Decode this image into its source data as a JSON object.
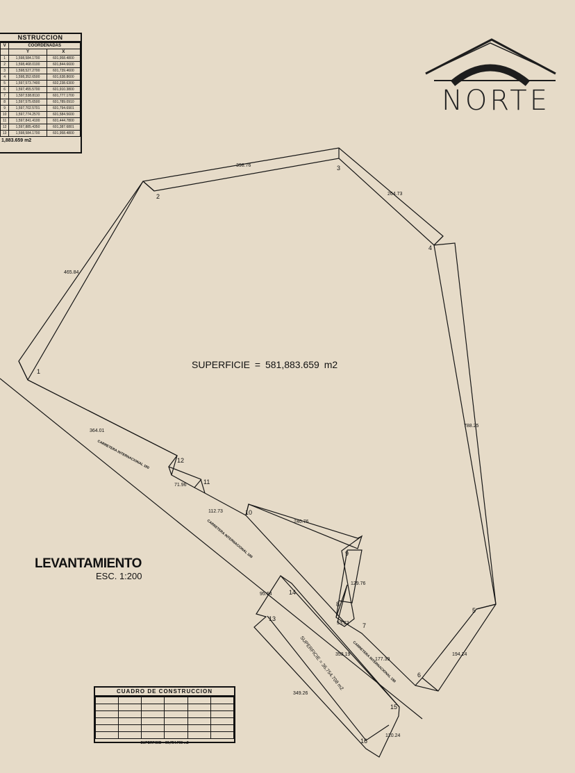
{
  "north_label": "NORTE",
  "title": "LEVANTAMIENTO",
  "scale": "ESC. 1:200",
  "main_area": "SUPERFICIE = 581,883.659 m2",
  "strip_area": "SUPERFICIE = 36,754.708 m2",
  "road_label": "CARRETERA INTERNACIONAL 180",
  "vertices": [
    "1",
    "2",
    "3",
    "4",
    "5",
    "6",
    "7",
    "8",
    "9",
    "10",
    "11",
    "12",
    "13",
    "14",
    "15",
    "16"
  ],
  "distances": [
    "398.76",
    "264.73",
    "465.84",
    "788.25",
    "364.01",
    "71.96",
    "112.73",
    "240.76",
    "129.76",
    "53.22",
    "177.39",
    "194.14",
    "95.64",
    "353.19",
    "349.26",
    "120.24"
  ],
  "table_top": {
    "title": "NSTRUCCION",
    "headers": [
      "V",
      "COORDENADAS",
      "Y",
      "X"
    ],
    "rows": [
      [
        "1",
        "1,598,584.1700",
        "601,958.4800"
      ],
      [
        "2",
        "1,598,468.0100",
        "601,844.6600"
      ],
      [
        "3",
        "1,598,527.2700",
        "601,739.4600"
      ],
      [
        "4",
        "1,598,352.6500",
        "601,638.8600"
      ],
      [
        "5",
        "1,597,573.7400",
        "602,238.6300"
      ],
      [
        "6",
        "1,597,455.5700",
        "601,910.3800"
      ],
      [
        "7",
        "1,597,538.8110",
        "601,777.1700"
      ],
      [
        "8",
        "1,597,575.6500",
        "601,789.0910"
      ],
      [
        "9",
        "1,597,702.5701",
        "601,794.6901"
      ],
      [
        "10",
        "1,597,774.2570",
        "601,584.5600"
      ],
      [
        "11",
        "1,597,841.4100",
        "601,444.7800"
      ],
      [
        "12",
        "1,597,885.4350",
        "601,387.6801"
      ],
      [
        "13",
        "1,598,584.1700",
        "601,958.4800"
      ]
    ],
    "area": "1,883.659 m2"
  },
  "table_bottom": {
    "title": "CUADRO DE CONSTRUCCION",
    "footer": "SUPERFICIE = 36,754.708 m2"
  }
}
